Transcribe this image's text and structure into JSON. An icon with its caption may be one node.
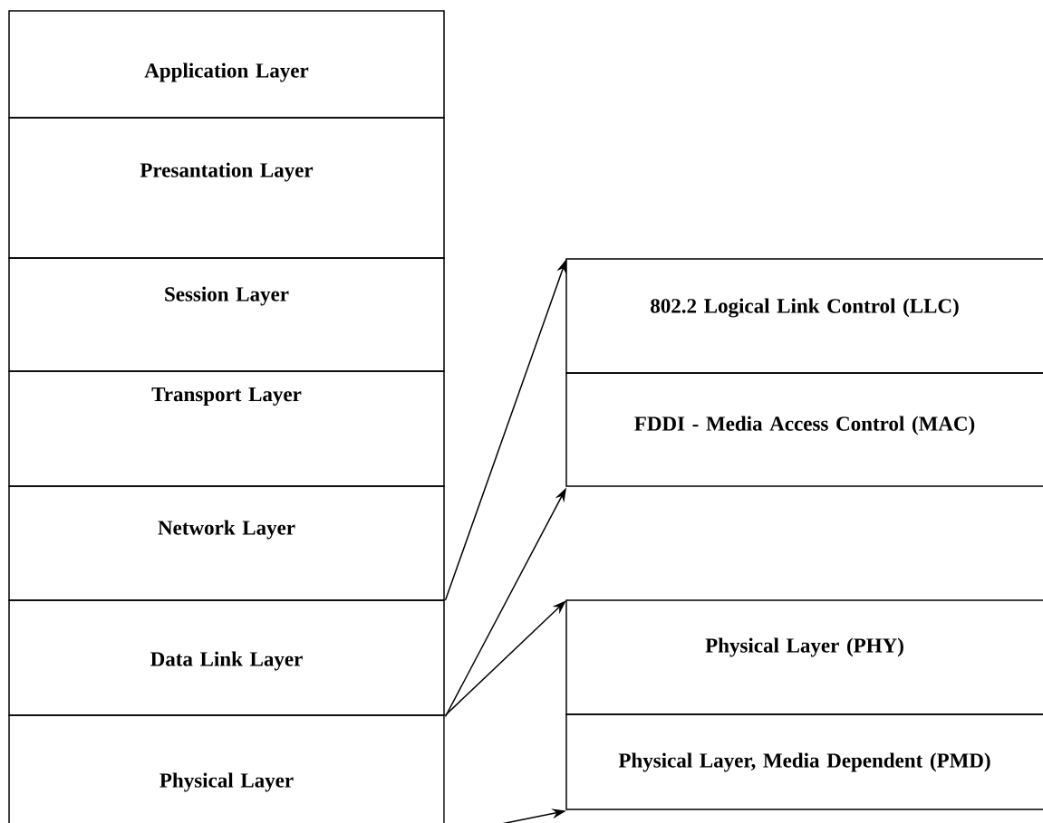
{
  "diagram": {
    "nodes": [
      {
        "text": [
          "Application Layer"
        ]
      },
      {
        "text": [
          "Presantation Layer"
        ]
      },
      {
        "text": [
          "Session Layer"
        ]
      },
      {
        "text": [
          "Transport Layer"
        ]
      },
      {
        "text": [
          "Network Layer"
        ]
      },
      {
        "text": [
          "Data Link Layer"
        ]
      },
      {
        "text": [
          "Physical Layer"
        ]
      },
      {
        "text": [
          "802.2 Logical Link Control (LLC)"
        ]
      },
      {
        "text": [
          "FDDI - Media Access Control (MAC)"
        ]
      },
      {
        "text": [
          "Physical Layer (PHY)"
        ]
      },
      {
        "text": [
          "Physical Layer, Media Dependent (PMD)"
        ]
      }
    ],
    "edges": [
      {
        "from": 5,
        "to": 7,
        "arrow": "to"
      },
      {
        "from": 5,
        "to": 8,
        "arrow": "to"
      },
      {
        "from": 6,
        "to": 9,
        "arrow": "to"
      },
      {
        "from": 6,
        "to": 10,
        "arrow": "to"
      }
    ]
  }
}
